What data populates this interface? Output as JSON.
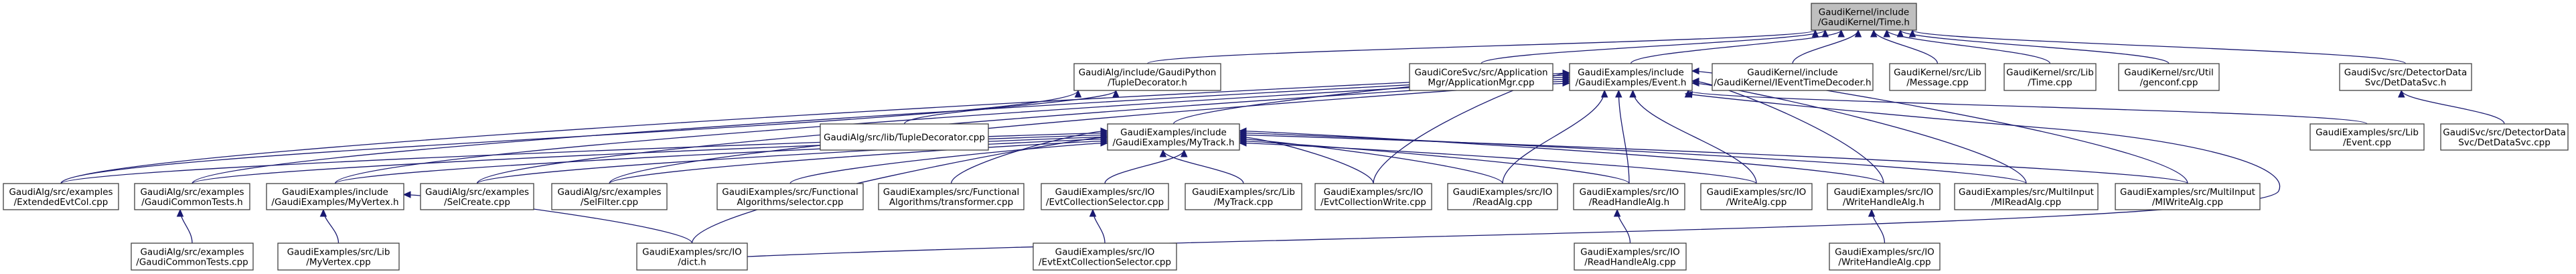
{
  "title": "Include dependency graph: GaudiKernel/include/GaudiKernel/Time.h",
  "colors": {
    "edge": "#191970",
    "root_fill": "#bfbfbf",
    "node_fill": "#ffffff",
    "node_border": "#404040"
  },
  "nodes": [
    {
      "id": "time_h",
      "lines": [
        "GaudiKernel/include",
        "/GaudiKernel/Time.h"
      ],
      "root": true
    },
    {
      "id": "tupledecorator_h",
      "lines": [
        "GaudiAlg/include/GaudiPython",
        "/TupleDecorator.h"
      ]
    },
    {
      "id": "appmgr_cpp",
      "lines": [
        "GaudiCoreSvc/src/Application",
        "Mgr/ApplicationMgr.cpp"
      ]
    },
    {
      "id": "event_h",
      "lines": [
        "GaudiExamples/include",
        "/GaudiExamples/Event.h"
      ]
    },
    {
      "id": "ieventtimedecoder_h",
      "lines": [
        "GaudiKernel/include",
        "/GaudiKernel/IEventTimeDecoder.h"
      ]
    },
    {
      "id": "message_cpp",
      "lines": [
        "GaudiKernel/src/Lib",
        "/Message.cpp"
      ]
    },
    {
      "id": "time_cpp",
      "lines": [
        "GaudiKernel/src/Lib",
        "/Time.cpp"
      ]
    },
    {
      "id": "genconf_cpp",
      "lines": [
        "GaudiKernel/src/Util",
        "/genconf.cpp"
      ]
    },
    {
      "id": "detdatasvc_h",
      "lines": [
        "GaudiSvc/src/DetectorData",
        "Svc/DetDataSvc.h"
      ]
    },
    {
      "id": "tupledecorator_cpp",
      "lines": [
        "GaudiAlg/src/lib/TupleDecorator.cpp"
      ]
    },
    {
      "id": "mytrack_h",
      "lines": [
        "GaudiExamples/include",
        "/GaudiExamples/MyTrack.h"
      ]
    },
    {
      "id": "event_cpp",
      "lines": [
        "GaudiExamples/src/Lib",
        "/Event.cpp"
      ]
    },
    {
      "id": "detdatasvc_cpp",
      "lines": [
        "GaudiSvc/src/DetectorData",
        "Svc/DetDataSvc.cpp"
      ]
    },
    {
      "id": "extendedevtcol_cpp",
      "lines": [
        "GaudiAlg/src/examples",
        "/ExtendedEvtCol.cpp"
      ]
    },
    {
      "id": "gaudicommontests_h",
      "lines": [
        "GaudiAlg/src/examples",
        "/GaudiCommonTests.h"
      ]
    },
    {
      "id": "myvertex_h",
      "lines": [
        "GaudiExamples/include",
        "/GaudiExamples/MyVertex.h"
      ]
    },
    {
      "id": "selcreate_cpp",
      "lines": [
        "GaudiAlg/src/examples",
        "/SelCreate.cpp"
      ]
    },
    {
      "id": "selfilter_cpp",
      "lines": [
        "GaudiAlg/src/examples",
        "/SelFilter.cpp"
      ]
    },
    {
      "id": "selector_cpp",
      "lines": [
        "GaudiExamples/src/Functional",
        "Algorithms/selector.cpp"
      ]
    },
    {
      "id": "transformer_cpp",
      "lines": [
        "GaudiExamples/src/Functional",
        "Algorithms/transformer.cpp"
      ]
    },
    {
      "id": "evtcollectionselector_cpp",
      "lines": [
        "GaudiExamples/src/IO",
        "/EvtCollectionSelector.cpp"
      ]
    },
    {
      "id": "mytrack_cpp",
      "lines": [
        "GaudiExamples/src/Lib",
        "/MyTrack.cpp"
      ]
    },
    {
      "id": "evtcollectionwrite_cpp",
      "lines": [
        "GaudiExamples/src/IO",
        "/EvtCollectionWrite.cpp"
      ]
    },
    {
      "id": "readalg_cpp",
      "lines": [
        "GaudiExamples/src/IO",
        "/ReadAlg.cpp"
      ]
    },
    {
      "id": "readhandlealg_h",
      "lines": [
        "GaudiExamples/src/IO",
        "/ReadHandleAlg.h"
      ]
    },
    {
      "id": "writealg_cpp",
      "lines": [
        "GaudiExamples/src/IO",
        "/WriteAlg.cpp"
      ]
    },
    {
      "id": "writehandlealg_h",
      "lines": [
        "GaudiExamples/src/IO",
        "/WriteHandleAlg.h"
      ]
    },
    {
      "id": "mireadalg_cpp",
      "lines": [
        "GaudiExamples/src/MultiInput",
        "/MIReadAlg.cpp"
      ]
    },
    {
      "id": "miwritealg_cpp",
      "lines": [
        "GaudiExamples/src/MultiInput",
        "/MIWriteAlg.cpp"
      ]
    },
    {
      "id": "gaudicommontests_cpp",
      "lines": [
        "GaudiAlg/src/examples",
        "/GaudiCommonTests.cpp"
      ]
    },
    {
      "id": "myvertex_cpp",
      "lines": [
        "GaudiExamples/src/Lib",
        "/MyVertex.cpp"
      ]
    },
    {
      "id": "dict_h",
      "lines": [
        "GaudiExamples/src/IO",
        "/dict.h"
      ]
    },
    {
      "id": "evtextcollectionselector_cpp",
      "lines": [
        "GaudiExamples/src/IO",
        "/EvtExtCollectionSelector.cpp"
      ]
    },
    {
      "id": "readhandlealg_cpp",
      "lines": [
        "GaudiExamples/src/IO",
        "/ReadHandleAlg.cpp"
      ]
    },
    {
      "id": "writehandlealg_cpp",
      "lines": [
        "GaudiExamples/src/IO",
        "/WriteHandleAlg.cpp"
      ]
    }
  ],
  "edges": [
    [
      "tupledecorator_h",
      "time_h"
    ],
    [
      "appmgr_cpp",
      "time_h"
    ],
    [
      "event_h",
      "time_h"
    ],
    [
      "ieventtimedecoder_h",
      "time_h"
    ],
    [
      "message_cpp",
      "time_h"
    ],
    [
      "time_cpp",
      "time_h"
    ],
    [
      "genconf_cpp",
      "time_h"
    ],
    [
      "detdatasvc_h",
      "time_h"
    ],
    [
      "tupledecorator_cpp",
      "tupledecorator_h"
    ],
    [
      "extendedevtcol_cpp",
      "tupledecorator_h"
    ],
    [
      "detdatasvc_cpp",
      "detdatasvc_h"
    ],
    [
      "mytrack_h",
      "event_h"
    ],
    [
      "extendedevtcol_cpp",
      "event_h"
    ],
    [
      "gaudicommontests_h",
      "event_h"
    ],
    [
      "myvertex_h",
      "event_h"
    ],
    [
      "selcreate_cpp",
      "event_h"
    ],
    [
      "selfilter_cpp",
      "event_h"
    ],
    [
      "dict_h",
      "event_h"
    ],
    [
      "evtcollectionwrite_cpp",
      "event_h"
    ],
    [
      "readalg_cpp",
      "event_h"
    ],
    [
      "readhandlealg_h",
      "event_h"
    ],
    [
      "writealg_cpp",
      "event_h"
    ],
    [
      "writehandlealg_h",
      "event_h"
    ],
    [
      "mireadalg_cpp",
      "event_h"
    ],
    [
      "miwritealg_cpp",
      "event_h"
    ],
    [
      "event_cpp",
      "event_h"
    ],
    [
      "extendedevtcol_cpp",
      "mytrack_h"
    ],
    [
      "gaudicommontests_h",
      "mytrack_h"
    ],
    [
      "myvertex_h",
      "mytrack_h"
    ],
    [
      "selcreate_cpp",
      "mytrack_h"
    ],
    [
      "selfilter_cpp",
      "mytrack_h"
    ],
    [
      "selector_cpp",
      "mytrack_h"
    ],
    [
      "transformer_cpp",
      "mytrack_h"
    ],
    [
      "evtcollectionselector_cpp",
      "mytrack_h"
    ],
    [
      "mytrack_cpp",
      "mytrack_h"
    ],
    [
      "evtcollectionwrite_cpp",
      "mytrack_h"
    ],
    [
      "readalg_cpp",
      "mytrack_h"
    ],
    [
      "readhandlealg_h",
      "mytrack_h"
    ],
    [
      "writealg_cpp",
      "mytrack_h"
    ],
    [
      "writehandlealg_h",
      "mytrack_h"
    ],
    [
      "mireadalg_cpp",
      "mytrack_h"
    ],
    [
      "miwritealg_cpp",
      "mytrack_h"
    ],
    [
      "dict_h",
      "mytrack_h"
    ],
    [
      "myvertex_cpp",
      "myvertex_h"
    ],
    [
      "dict_h",
      "myvertex_h"
    ],
    [
      "gaudicommontests_cpp",
      "gaudicommontests_h"
    ],
    [
      "evtextcollectionselector_cpp",
      "evtcollectionselector_cpp"
    ],
    [
      "readhandlealg_cpp",
      "readhandlealg_h"
    ],
    [
      "writehandlealg_cpp",
      "writehandlealg_h"
    ]
  ]
}
